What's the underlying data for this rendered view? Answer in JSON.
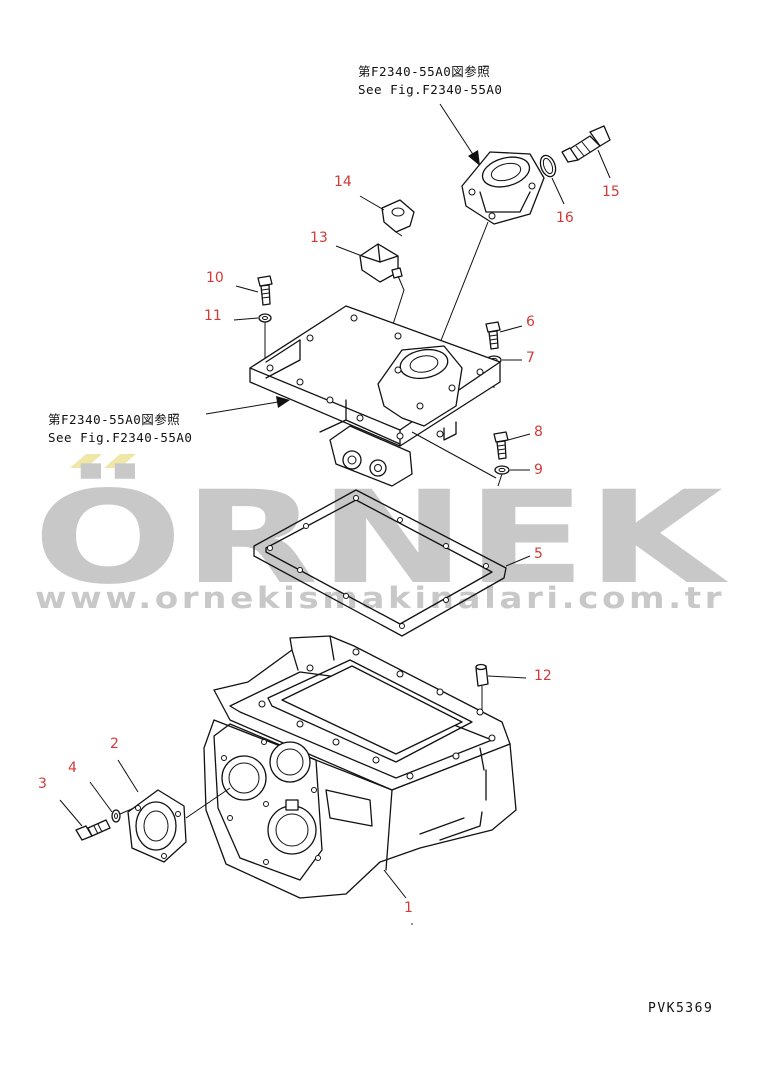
{
  "references": {
    "top_jp": "第F2340-55A0図参照",
    "top_en": "See Fig.F2340-55A0",
    "left_jp": "第F2340-55A0図参照",
    "left_en": "See Fig.F2340-55A0"
  },
  "part_numbers": [
    "1",
    "2",
    "3",
    "4",
    "5",
    "6",
    "7",
    "8",
    "9",
    "10",
    "11",
    "12",
    "13",
    "14",
    "15",
    "16"
  ],
  "watermark": {
    "brand": "ÖRNEK",
    "url": "www.ornekismakinalari.com.tr",
    "color": "#c8c8c8",
    "accent": "#efe7a8"
  },
  "drawing_code": "PVK5369",
  "label_color": "#d23a3a"
}
